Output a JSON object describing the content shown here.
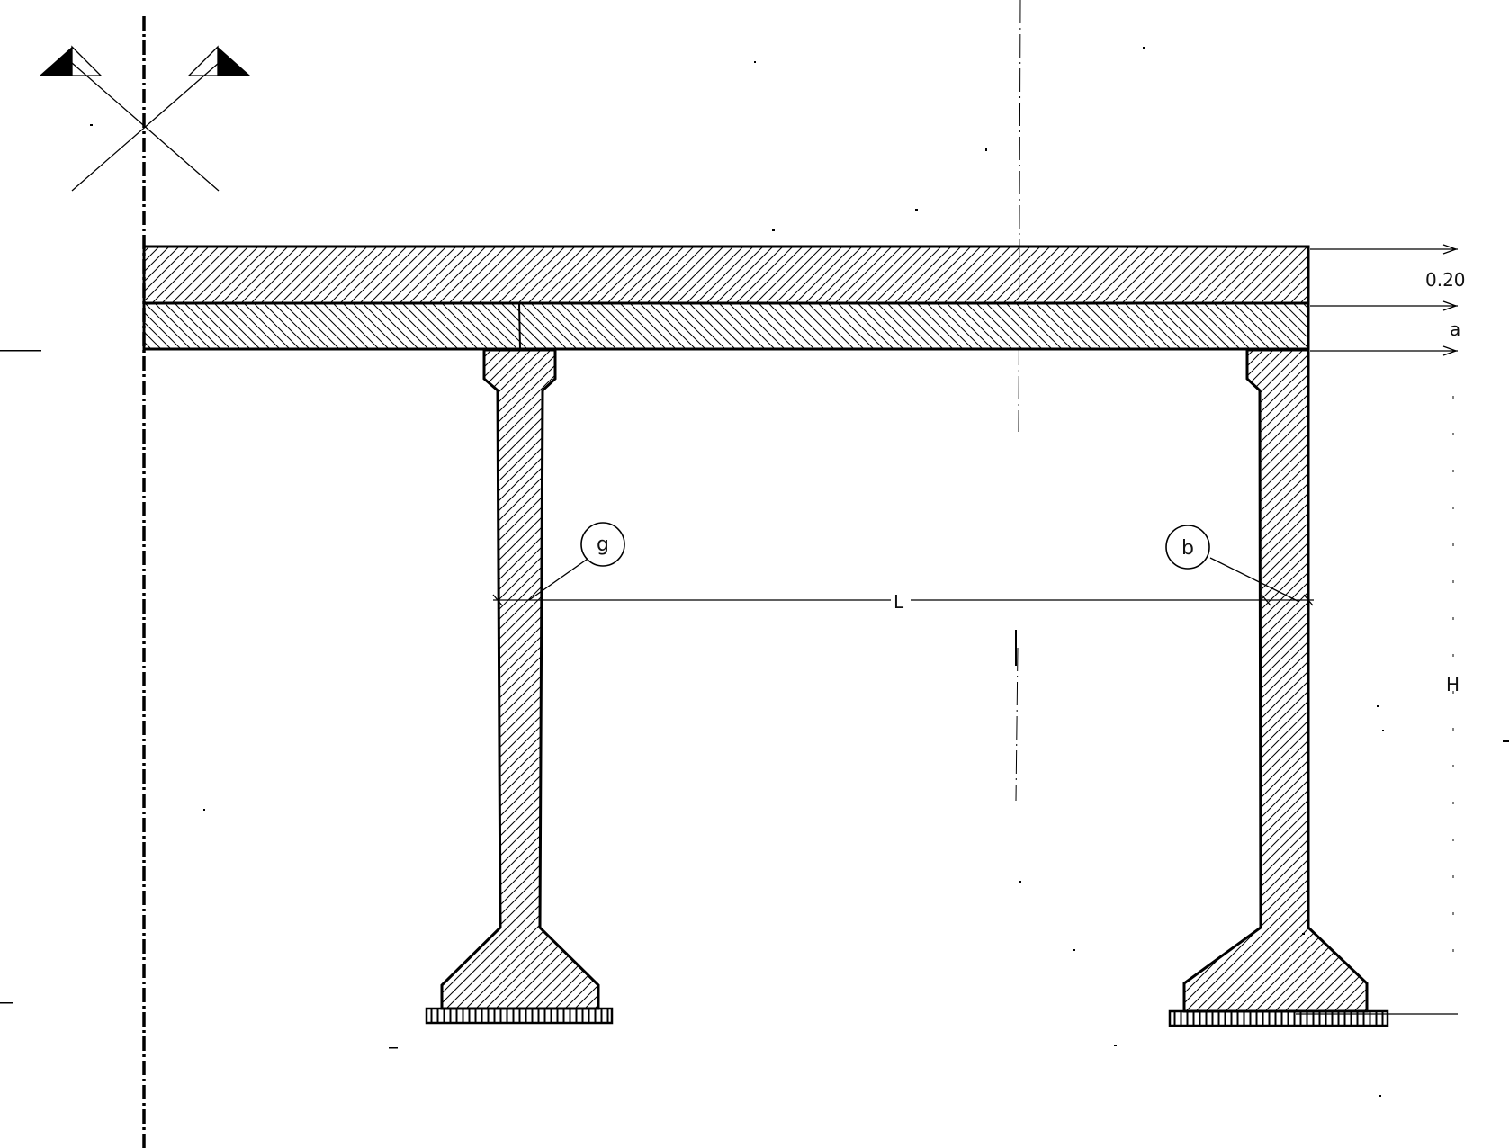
{
  "labels": {
    "deck_thickness": "0.20",
    "slab_thickness": "a",
    "height": "H",
    "span": "L",
    "detail_left": "g",
    "detail_right": "b"
  }
}
